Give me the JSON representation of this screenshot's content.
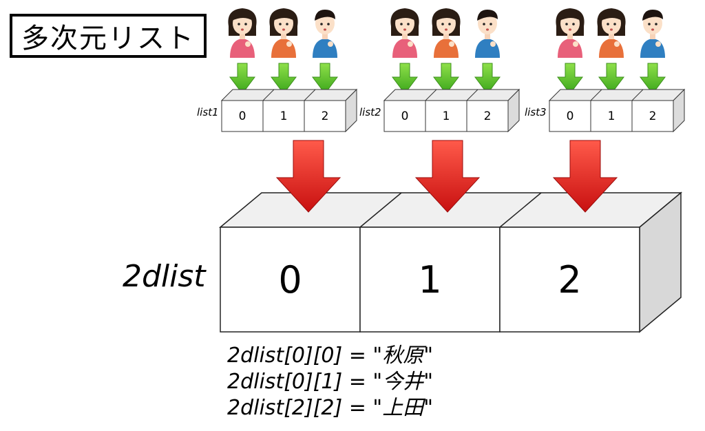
{
  "title": "多次元リスト",
  "lists": [
    {
      "name": "list1",
      "cells": [
        "0",
        "1",
        "2"
      ]
    },
    {
      "name": "list2",
      "cells": [
        "0",
        "1",
        "2"
      ]
    },
    {
      "name": "list3",
      "cells": [
        "0",
        "1",
        "2"
      ]
    }
  ],
  "main_list": {
    "name": "2dlist",
    "cells": [
      "0",
      "1",
      "2"
    ]
  },
  "examples": [
    "2dlist[0][0] = \"秋原\"",
    "2dlist[0][1] = \"今井\"",
    "2dlist[2][2] = \"上田\""
  ],
  "colors": {
    "pink_person": "#e8607a",
    "orange_person": "#e8703a",
    "blue_person": "#2f7fc1",
    "green_arrow": "#5cc62a",
    "red_arrow": "#e02020"
  },
  "icons": [
    "person-pink-icon",
    "person-orange-icon",
    "person-blue-icon",
    "green-down-arrow-icon",
    "red-down-arrow-icon"
  ]
}
